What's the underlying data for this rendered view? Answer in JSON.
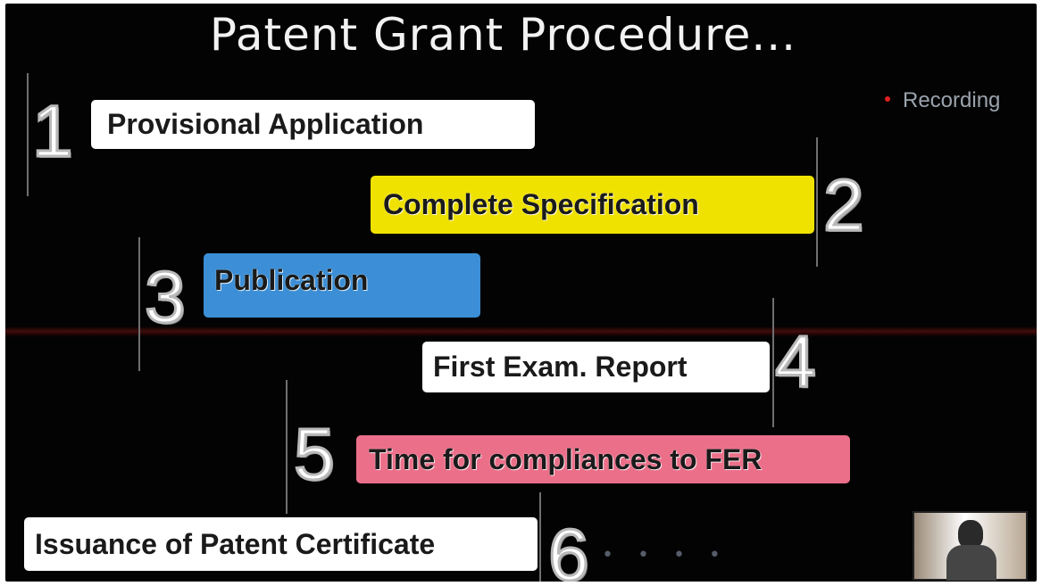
{
  "slide": {
    "title": "Patent Grant Procedure...",
    "recording_label": "Recording",
    "steps": [
      {
        "number": "1",
        "label": "Provisional Application",
        "color": "#ffffff"
      },
      {
        "number": "2",
        "label": "Complete Specification",
        "color": "#f0e200"
      },
      {
        "number": "3",
        "label": "Publication",
        "color": "#3c8fd6"
      },
      {
        "number": "4",
        "label": "First Exam. Report",
        "color": "#ffffff"
      },
      {
        "number": "5",
        "label": "Time for compliances to FER",
        "color": "#ec6f8a"
      },
      {
        "number": "6",
        "label": "Issuance of Patent Certificate",
        "color": "#ffffff"
      }
    ],
    "trailing_dots": "• • • •",
    "recording_dot_color": "#e02020",
    "background_color": "#030303"
  }
}
